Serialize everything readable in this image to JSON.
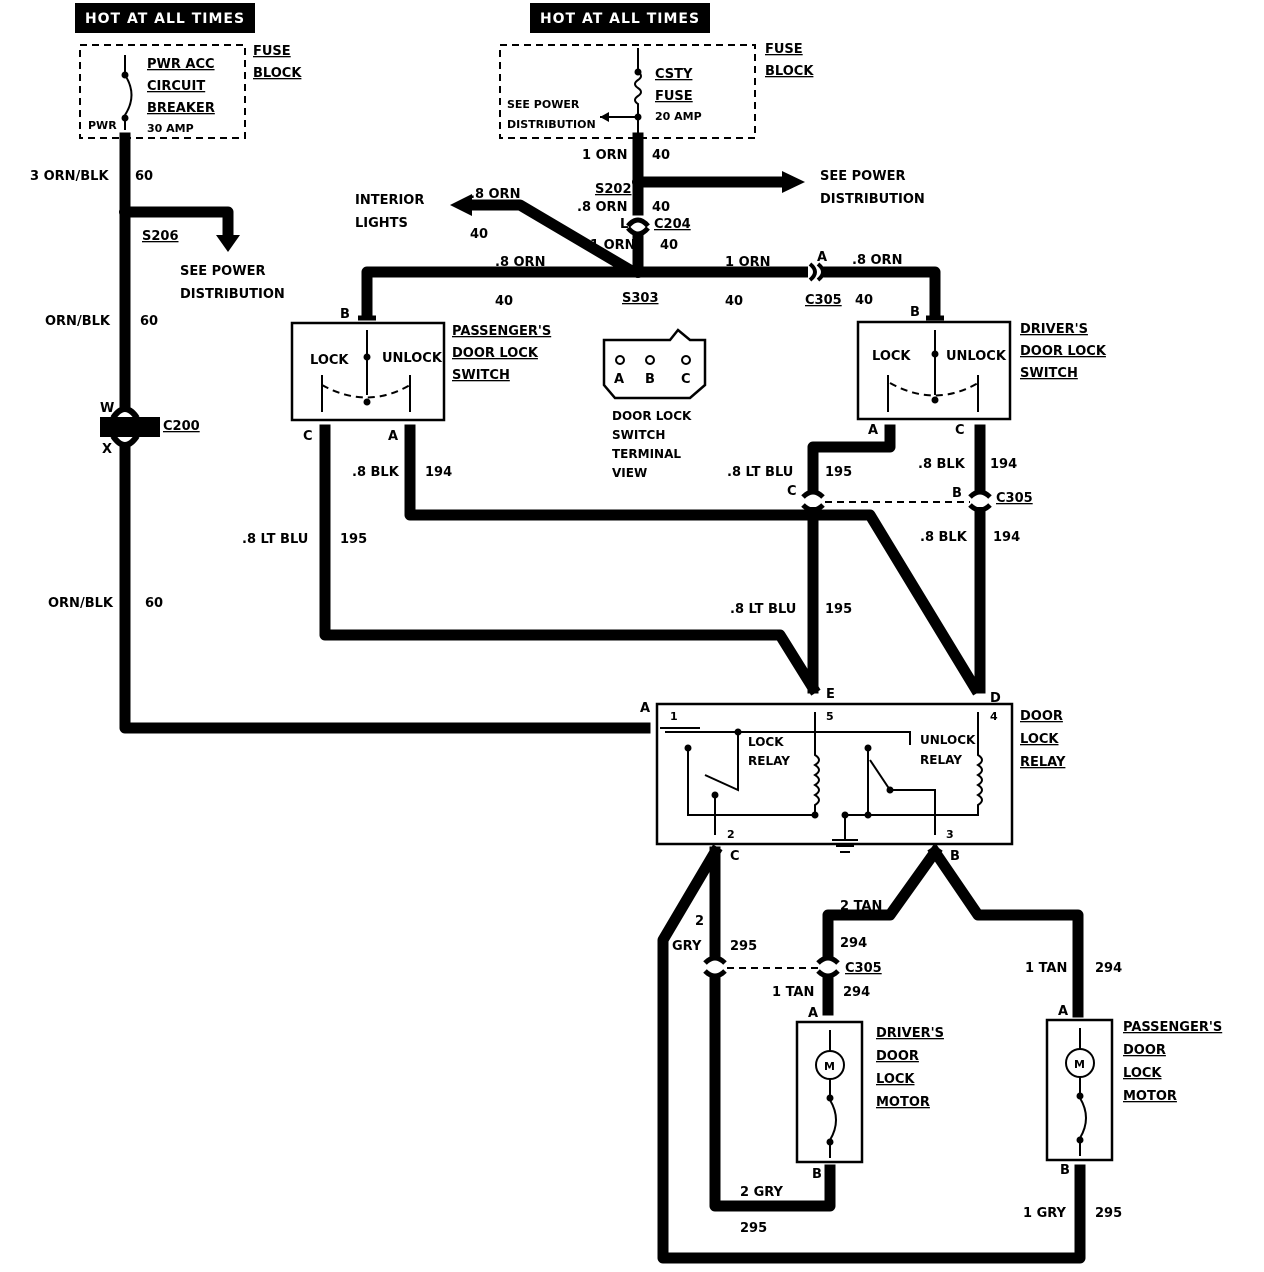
{
  "headers": {
    "left": "HOT AT ALL TIMES",
    "center": "HOT AT ALL TIMES"
  },
  "fuse_block_left": {
    "label": [
      "FUSE",
      "BLOCK"
    ],
    "device": [
      "PWR ACC",
      "CIRCUIT",
      "BREAKER"
    ],
    "rating": "30 AMP",
    "terminal": "PWR"
  },
  "fuse_block_center": {
    "label": [
      "FUSE",
      "BLOCK"
    ],
    "device": [
      "CSTY",
      "FUSE"
    ],
    "rating": "20 AMP",
    "see": [
      "SEE POWER",
      "DISTRIBUTION"
    ]
  },
  "wires": {
    "orn_blk_3": "3 ORN/BLK",
    "orn_blk": "ORN/BLK",
    "circ_60": "60",
    "orn_1": "1 ORN",
    "orn_8": ".8 ORN",
    "circ_40": "40",
    "blk_8": ".8 BLK",
    "circ_194": "194",
    "lt_blu_8": ".8 LT BLU",
    "circ_195": "195",
    "tan_2": "2 TAN",
    "tan_1": "1 TAN",
    "circ_294": "294",
    "gray_2": "2 GRY",
    "gray_1": "1 GRY",
    "circ_295": "295",
    "gray_2_short": "2",
    "gray_word": "GRY"
  },
  "splices": {
    "s206": "S206",
    "s202": "S202",
    "s303": "S303"
  },
  "connectors": {
    "c200": "C200",
    "c204": "C204",
    "c305": "C305",
    "w": "W",
    "x": "X",
    "l": "L"
  },
  "see_power": [
    "SEE POWER",
    "DISTRIBUTION"
  ],
  "interior_lights": [
    "INTERIOR",
    "LIGHTS"
  ],
  "passenger_switch": {
    "label": [
      "PASSENGER'S",
      "DOOR LOCK",
      "SWITCH"
    ],
    "lock": "LOCK",
    "unlock": "UNLOCK"
  },
  "driver_switch": {
    "label": [
      "DRIVER'S",
      "DOOR LOCK",
      "SWITCH"
    ],
    "lock": "LOCK",
    "unlock": "UNLOCK"
  },
  "terminal_view": {
    "label": [
      "DOOR LOCK",
      "SWITCH",
      "TERMINAL",
      "VIEW"
    ],
    "pins": [
      "A",
      "B",
      "C"
    ]
  },
  "relay": {
    "label": [
      "DOOR",
      "LOCK",
      "RELAY"
    ],
    "lock_relay": [
      "LOCK",
      "RELAY"
    ],
    "unlock_relay": [
      "UNLOCK",
      "RELAY"
    ],
    "pins": [
      "1",
      "2",
      "3",
      "4",
      "5"
    ]
  },
  "driver_motor": {
    "label": [
      "DRIVER'S",
      "DOOR",
      "LOCK",
      "MOTOR"
    ],
    "m": "M"
  },
  "passenger_motor": {
    "label": [
      "PASSENGER'S",
      "DOOR",
      "LOCK",
      "MOTOR"
    ],
    "m": "M"
  },
  "terminals": {
    "a": "A",
    "b": "B",
    "c": "C",
    "d": "D",
    "e": "E"
  }
}
